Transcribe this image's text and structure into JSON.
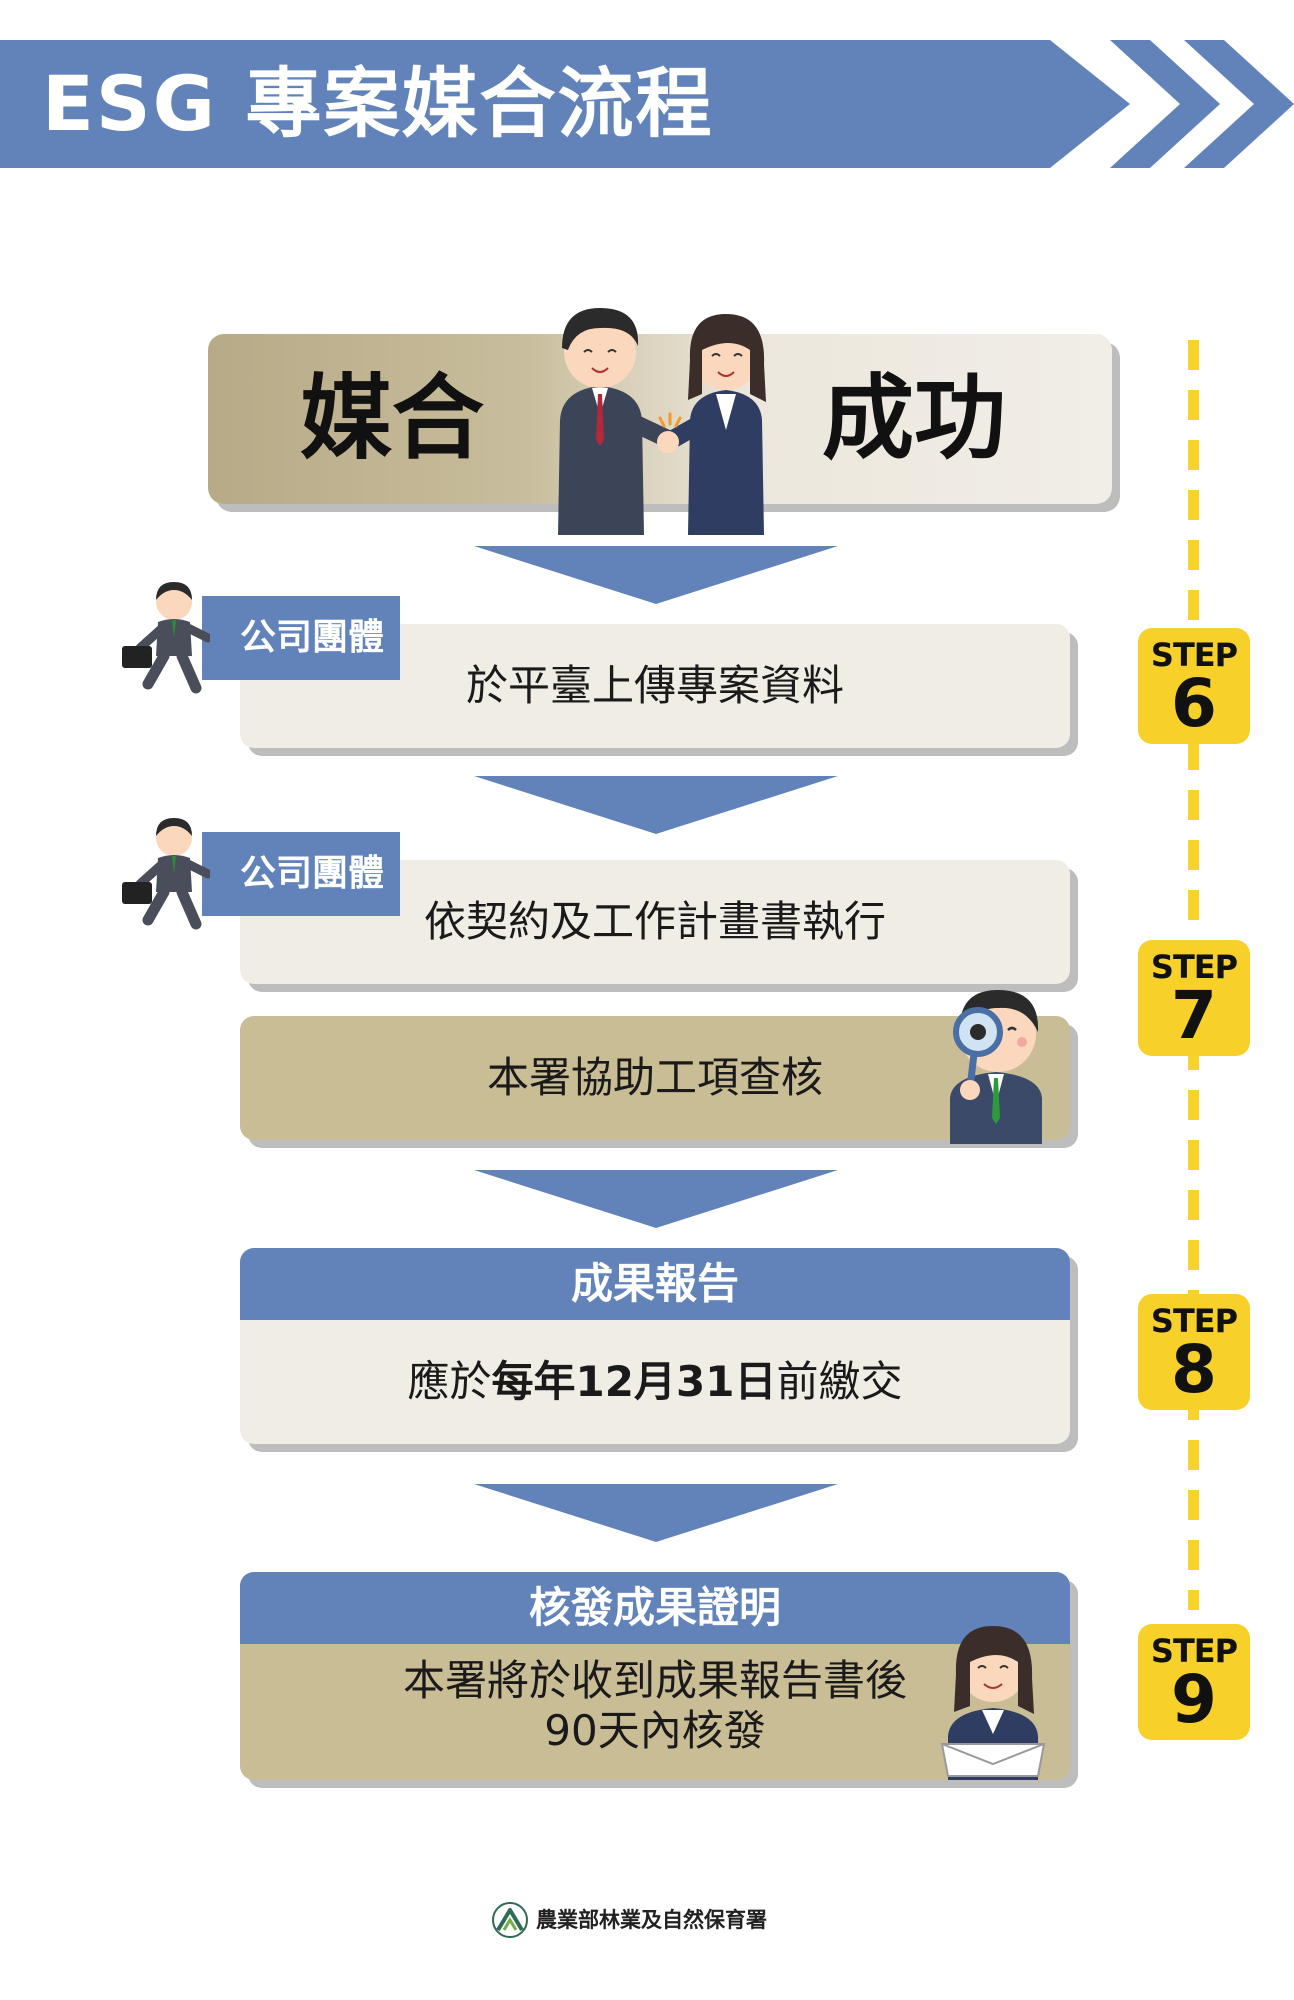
{
  "header": {
    "title": "ESG 專案媒合流程"
  },
  "hero": {
    "left_text": "媒合",
    "right_text": "成功"
  },
  "steps": [
    {
      "label": "STEP",
      "number": "6"
    },
    {
      "label": "STEP",
      "number": "7"
    },
    {
      "label": "STEP",
      "number": "8"
    },
    {
      "label": "STEP",
      "number": "9"
    }
  ],
  "tags": {
    "company": "公司團體"
  },
  "boxes": {
    "upload": "於平臺上傳專案資料",
    "execute": "依契約及工作計畫書執行",
    "inspect": "本署協助工項查核",
    "report": {
      "header": "成果報告",
      "text_prefix": "應於",
      "text_bold": "每年12月31日",
      "text_suffix": "前繳交"
    },
    "certificate": {
      "header": "核發成果證明",
      "line1": "本署將於收到成果報告書後",
      "line2": "90天內核發"
    }
  },
  "footer": {
    "org": "農業部林業及自然保育署"
  },
  "colors": {
    "blue": "#6183b9",
    "yellow": "#f7d02a",
    "cream": "#f0ede4",
    "tan": "#c9bd96"
  }
}
